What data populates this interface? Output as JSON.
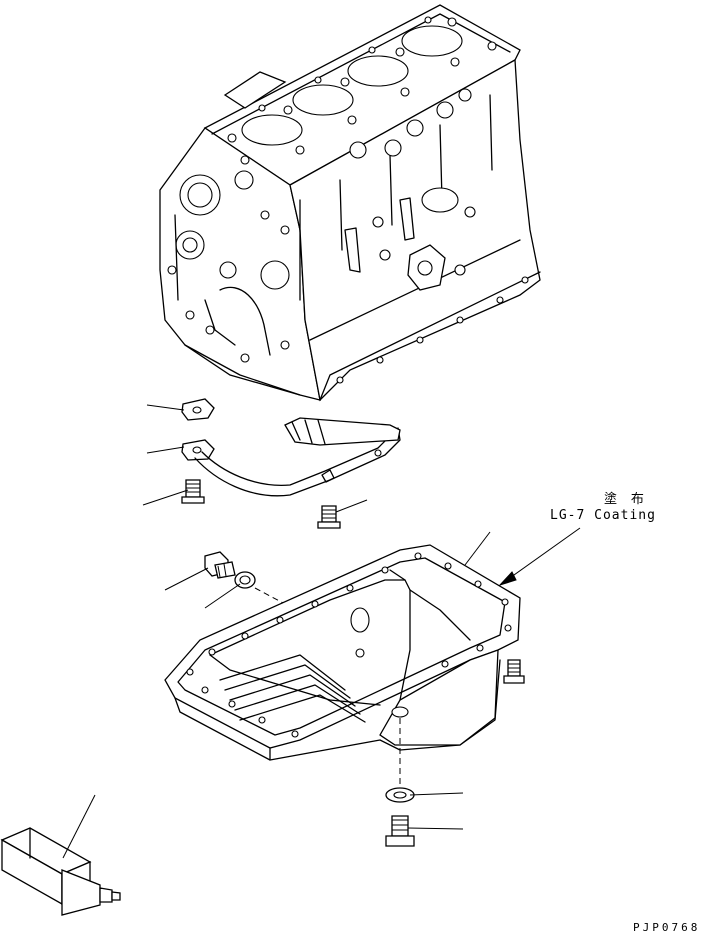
{
  "annotations": {
    "coating_jp": "塗 布",
    "coating_en": "LG-7 Coating"
  },
  "drawing_id": "PJP0768"
}
